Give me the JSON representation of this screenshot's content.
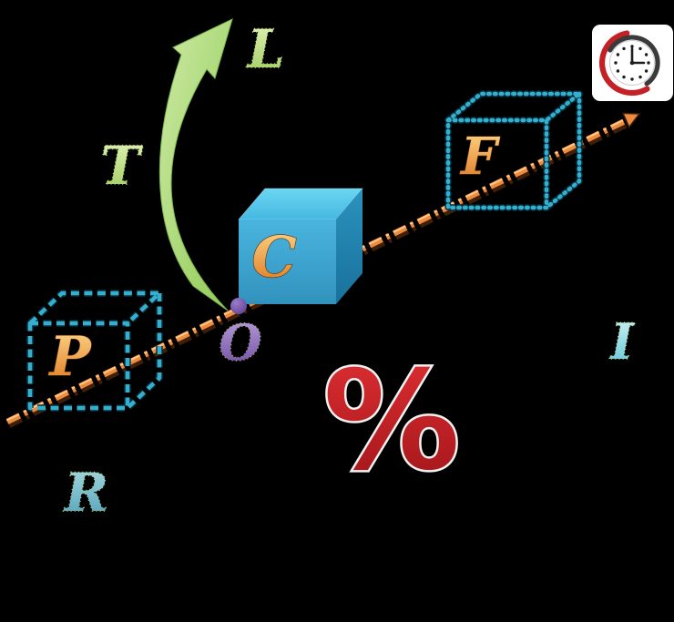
{
  "labels": {
    "left_cube": "P",
    "center_cube": "C",
    "right_cube": "F",
    "curve_arrow": "T",
    "top": "L",
    "below_center_cube": "O",
    "bottom_left": "R",
    "right_side": "I",
    "percent": "%"
  },
  "icons": {
    "top_right": "clock-icon"
  },
  "colors": {
    "background": "#000000",
    "wire_cube": "#35AFD0",
    "dash_line": "#EF8B3E",
    "dash_line_light": "#FFC987",
    "cube_front_top": "#49B5DF",
    "cube_front_bottom": "#3292BE",
    "cube_top_light": "#6BD6F2",
    "cube_top_dark": "#45B8E0",
    "cube_side_top": "#2B92BE",
    "cube_side_bottom": "#19719C",
    "swoosh_light": "#CDE9A4",
    "swoosh_dark": "#8FCB55",
    "orange_letter_top": "#FFD98E",
    "orange_letter_bottom": "#DD761C",
    "green_letter_top": "#E4F4BC",
    "green_letter_bottom": "#9CCB5A",
    "purple_letter_top": "#B9A2DA",
    "purple_letter_bottom": "#6E4BA2",
    "teal_letter_top": "#AADCDF",
    "teal_letter_bottom": "#4E9FB8",
    "aqua_letter_top": "#D3F4F2",
    "aqua_letter_bottom": "#5FC4D8",
    "percent_top": "#E03034",
    "percent_bottom": "#9E1418",
    "percent_outline": "#F2F2F2",
    "sphere_light": "#9B7CC8",
    "sphere_dark": "#5B3C92",
    "clock_red": "#C42127",
    "clock_dark": "#3A3A3A",
    "clock_bg": "#FFFFFF"
  }
}
